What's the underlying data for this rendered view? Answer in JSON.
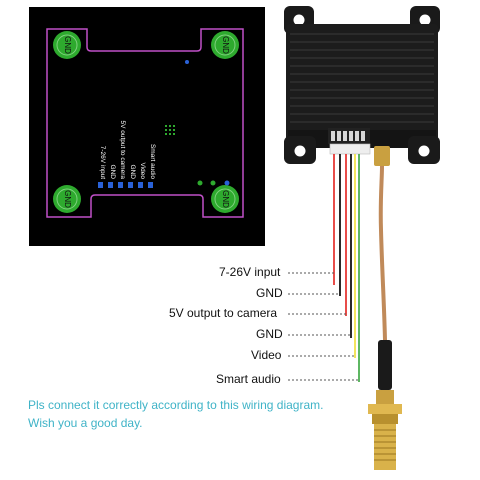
{
  "pcb": {
    "pad_label": "GND",
    "silk_labels": [
      "Smart audio",
      "Video",
      "GND",
      "5V output to camera",
      "GND",
      "7-26V input"
    ]
  },
  "wiring_labels": [
    {
      "text": "7-26V input",
      "color": "#e53935"
    },
    {
      "text": "GND",
      "color": "#111111"
    },
    {
      "text": "5V output to camera",
      "color": "#e53935"
    },
    {
      "text": "GND",
      "color": "#111111"
    },
    {
      "text": "Video",
      "color": "#f2e14c"
    },
    {
      "text": "Smart audio",
      "color": "#4caf50"
    }
  ],
  "notes": {
    "line1": "Pls connect it correctly according  to this wiring diagram.",
    "line2": "Wish  you a good day."
  },
  "colors": {
    "pcb_background": "#000000",
    "outline": "#c050c8",
    "pad": "#2eaa2e",
    "note_text": "#3fb3c7",
    "heatsink": "#1c1c1c",
    "antenna_cable": "#c08a5a",
    "sma_gold": "#d9b24a"
  }
}
